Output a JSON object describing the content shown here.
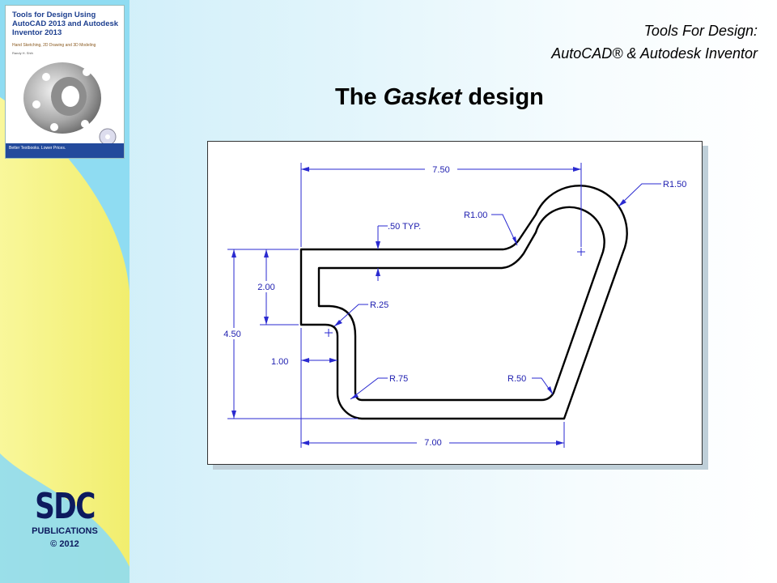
{
  "sidebar": {
    "book": {
      "title": "Tools for Design Using AutoCAD 2013 and Autodesk Inventor 2013",
      "subtitle": "Hand Sketching, 2D Drawing and 3D Modeling",
      "author": "Randy H. Shih",
      "footer": "Better Textbooks. Lower Prices."
    },
    "logo": "SDC",
    "publisher_line": "PUBLICATIONS",
    "copyright": "© 2012"
  },
  "header": {
    "line1": "Tools For Design:",
    "line2": "AutoCAD® & Autodesk Inventor"
  },
  "title": {
    "prefix": "The",
    "emphasis": "Gasket",
    "suffix": "design"
  },
  "drawing": {
    "dimensions": {
      "top_width": "7.50",
      "bottom_width": "7.00",
      "left_height": "4.50",
      "inner_height": "2.00",
      "inset": "1.00",
      "thickness": ".50 TYP.",
      "r_top_right": "R1.50",
      "r_top_fillet": "R1.00",
      "r_small": "R.25",
      "r_inner_corner": "R.75",
      "r_bottom_right": "R.50"
    }
  },
  "colors": {
    "panel": "#8fdcf2",
    "swoosh": "#f6f48a",
    "dimension": "#2a2ad0",
    "logo": "#0d1a5e"
  }
}
